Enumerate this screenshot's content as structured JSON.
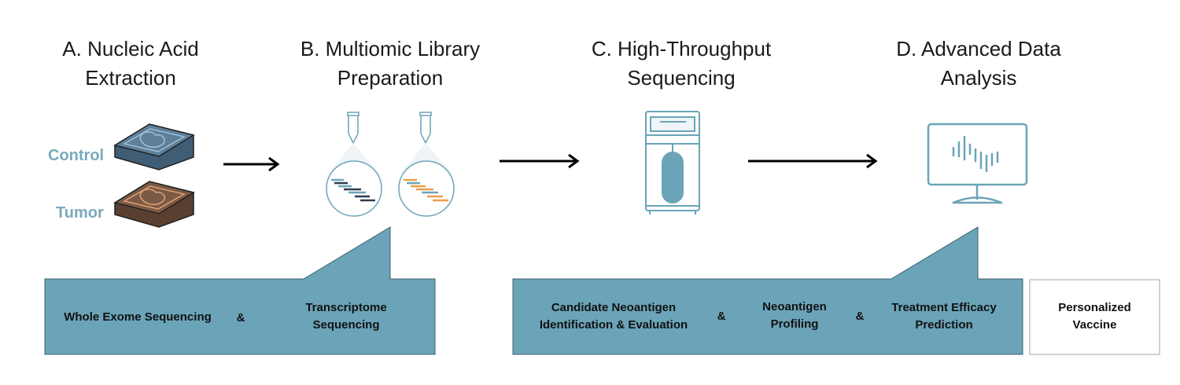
{
  "steps": [
    {
      "title_line1": "A. Nucleic Acid",
      "title_line2": "Extraction"
    },
    {
      "title_line1": "B. Multiomic Library",
      "title_line2": "Preparation"
    },
    {
      "title_line1": "C. High-Throughput",
      "title_line2": "Sequencing"
    },
    {
      "title_line1": "D. Advanced Data",
      "title_line2": "Analysis"
    }
  ],
  "samples": {
    "control": "Control",
    "tumor": "Tumor"
  },
  "panel_left": {
    "item1": "Whole Exome Sequencing",
    "amp": "&",
    "item2_line1": "Transcriptome",
    "item2_line2": "Sequencing"
  },
  "panel_right": {
    "item1_line1": "Candidate Neoantigen",
    "item1_line2": "Identification & Evaluation",
    "amp1": "&",
    "item2_line1": "Neoantigen",
    "item2_line2": "Profiling",
    "amp2": "&",
    "item3_line1": "Treatment Efficacy",
    "item3_line2": "Prediction"
  },
  "output_box": {
    "line1": "Personalized",
    "line2": "Vaccine"
  },
  "colors": {
    "panel_fill": "#6ba4b8",
    "icon_stroke": "#6ba4b8",
    "control_tissue": "#5e7f99",
    "tumor_tissue": "#7a5a47",
    "tumor_outline": "#e0a070",
    "label_blue": "#7aa9bc",
    "orange": "#e8a04c",
    "navy": "#2c3e50"
  }
}
